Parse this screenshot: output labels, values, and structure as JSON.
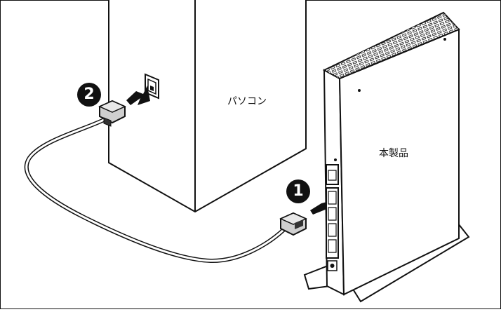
{
  "labels": {
    "pc": "パソコン",
    "device": "本製品"
  },
  "steps": {
    "step1": "1",
    "step2": "2"
  },
  "colors": {
    "line": "#111111",
    "fill_light": "#ffffff",
    "fill_gray": "#cfcfcf",
    "port_dark": "#333333"
  }
}
